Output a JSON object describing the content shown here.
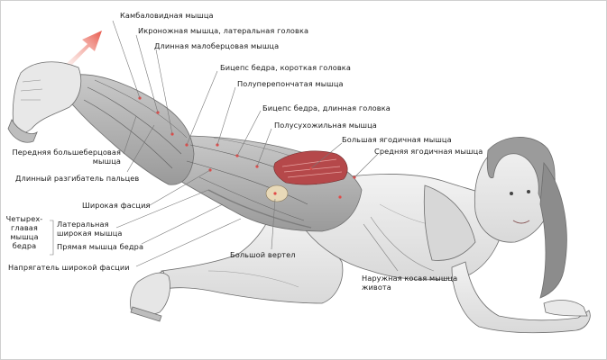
{
  "labels": {
    "soleus": "Камбаловидная мышца",
    "gastrocnemius_lateral": "Икроножная мышца, латеральная головка",
    "peroneus_longus": "Длинная малоберцовая мышца",
    "biceps_short": "Бицепс бедра, короткая головка",
    "semimembranosus": "Полуперепончатая мышца",
    "biceps_long": "Бицепс бедра, длинная головка",
    "semitendinosus": "Полусухожильная мышца",
    "gluteus_maximus": "Большая ягодичная мышца",
    "gluteus_medius": "Средняя ягодичная мышца",
    "tibialis_anterior": [
      "Передняя большеберцовая",
      "мышца"
    ],
    "extensor_digitorum": "Длинный разгибатель пальцев",
    "fascia_lata": "Широкая фасция",
    "quadriceps": [
      "Четырех-",
      "главая",
      "мышца",
      "бедра"
    ],
    "vastus_lateralis": [
      "Латеральная",
      "широкая мышца"
    ],
    "rectus_femoris": "Прямая мышца бедра",
    "tensor_fasciae_latae": "Напрягатель широкой фасции",
    "greater_trochanter": "Большой вертел",
    "external_oblique": [
      "Наружная косая мышца",
      "живота"
    ]
  },
  "colors": {
    "arrow": "#e8574a",
    "gluteus_highlight": "#b5484a",
    "pointer_dot": "#e04a48",
    "sketch": "#6e6e6e"
  }
}
